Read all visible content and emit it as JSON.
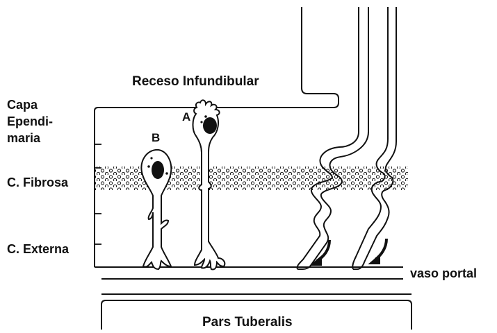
{
  "labels": {
    "receso": "Receso Infundibular",
    "capa_line1": "Capa",
    "capa_line2": "Ependi-",
    "capa_line3": "maria",
    "fibrosa": "C. Fibrosa",
    "externa": "C. Externa",
    "vaso_portal": "vaso portal",
    "pars_tuberalis": "Pars Tuberalis",
    "cell_a": "A",
    "cell_b": "B"
  },
  "colors": {
    "ink": "#111111",
    "paper": "#ffffff"
  }
}
